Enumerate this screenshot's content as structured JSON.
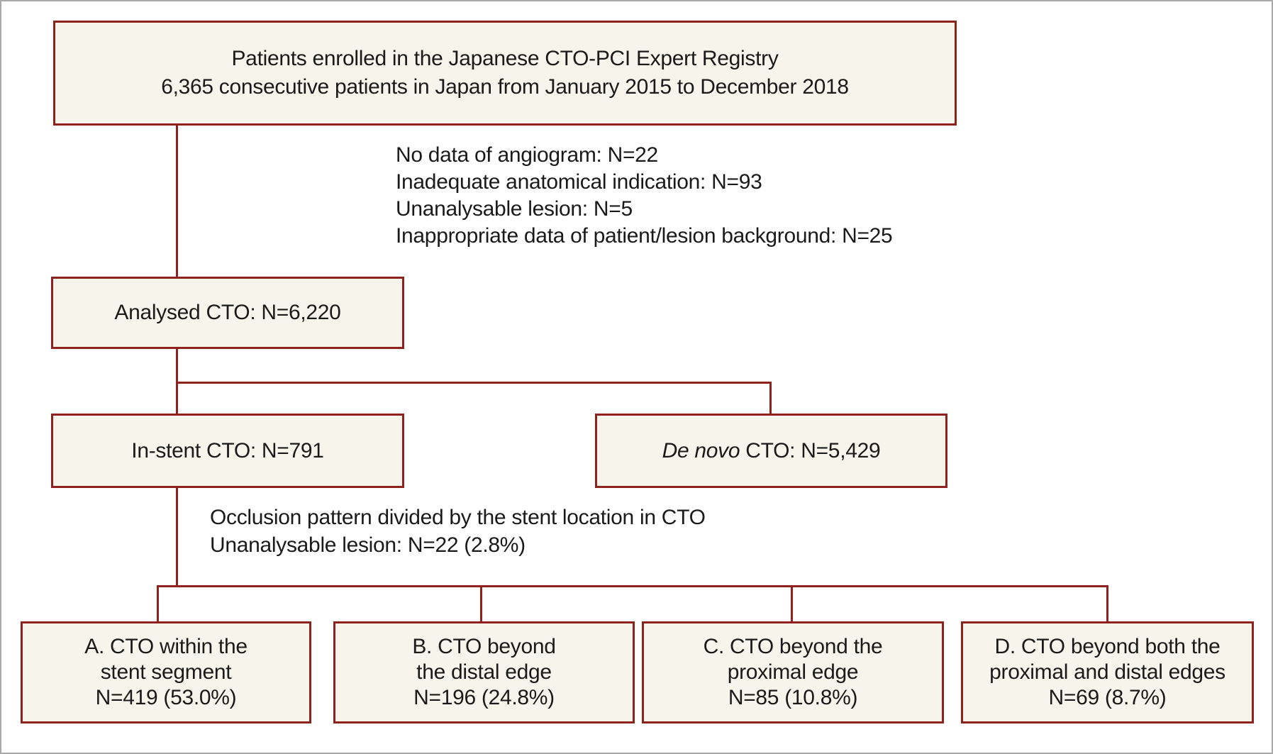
{
  "colors": {
    "box_border": "#8e231e",
    "box_fill": "#f7f5eb",
    "connector": "#8e231e",
    "text": "#1a1a1a",
    "frame": "#a9a9a9",
    "background": "#ffffff"
  },
  "flowchart": {
    "enrollment_box": {
      "line1": "Patients enrolled in the Japanese CTO-PCI Expert Registry",
      "line2": "6,365 consecutive patients in Japan from January 2015 to December 2018"
    },
    "exclusions": {
      "lines": [
        "No data of angiogram: N=22",
        "Inadequate anatomical indication: N=93",
        "Unanalysable lesion: N=5",
        "Inappropriate data of patient/lesion background: N=25"
      ]
    },
    "analysed_box": {
      "label": "Analysed CTO: N=6,220"
    },
    "in_stent_box": {
      "label": "In-stent CTO: N=791"
    },
    "de_novo_box": {
      "label_italic": "De novo",
      "label_rest": " CTO: N=5,429"
    },
    "occlusion_note": {
      "line1": "Occlusion pattern divided by the stent location in CTO",
      "line2": "Unanalysable lesion: N=22 (2.8%)"
    },
    "outcome_boxes": [
      {
        "id": "A",
        "line1": "A. CTO within the",
        "line2": "stent segment",
        "line3": "N=419 (53.0%)"
      },
      {
        "id": "B",
        "line1": "B. CTO beyond",
        "line2": "the distal edge",
        "line3": "N=196 (24.8%)"
      },
      {
        "id": "C",
        "line1": "C. CTO beyond the",
        "line2": "proximal edge",
        "line3": "N=85 (10.8%)"
      },
      {
        "id": "D",
        "line1": "D. CTO beyond both the",
        "line2": "proximal and distal edges",
        "line3": "N=69 (8.7%)"
      }
    ]
  }
}
